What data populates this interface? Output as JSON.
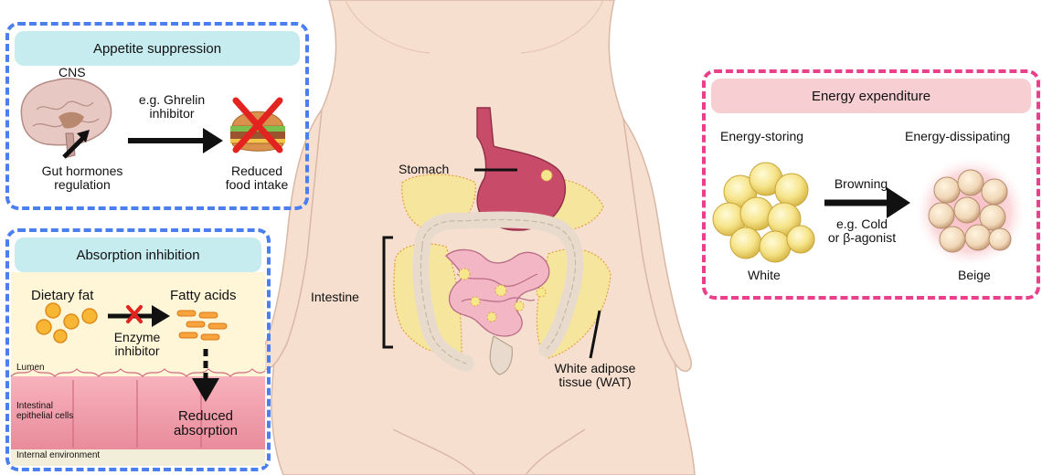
{
  "appetite": {
    "title": "Appetite suppression",
    "cns": "CNS",
    "example_line1": "e.g. Ghrelin",
    "example_line2": "inhibitor",
    "gut_line1": "Gut hormones",
    "gut_line2": "regulation",
    "reduced_line1": "Reduced",
    "reduced_line2": "food intake"
  },
  "absorption": {
    "title": "Absorption inhibition",
    "dietary_fat": "Dietary fat",
    "fatty_acids": "Fatty acids",
    "enzyme_line1": "Enzyme",
    "enzyme_line2": "inhibitor",
    "lumen": "Lumen",
    "epithelial_line1": "Intestinal",
    "epithelial_line2": "epithelial cells",
    "reduced_line1": "Reduced",
    "reduced_line2": "absorption",
    "internal": "Internal environment"
  },
  "body": {
    "stomach": "Stomach",
    "intestine": "Intestine",
    "wat_line1": "White adipose",
    "wat_line2": "tissue (WAT)"
  },
  "energy": {
    "title": "Energy expenditure",
    "storing": "Energy-storing",
    "dissipating": "Energy-dissipating",
    "browning": "Browning",
    "cold_line1": "e.g. Cold",
    "cold_line2": "or β-agonist",
    "white": "White",
    "beige": "Beige"
  },
  "colors": {
    "blue_border": "#4b7ff0",
    "pink_border": "#ea3f8a",
    "skin": "#f6dfcf",
    "fat_yellow": "#f5e88c",
    "stomach": "#c84c6a"
  }
}
